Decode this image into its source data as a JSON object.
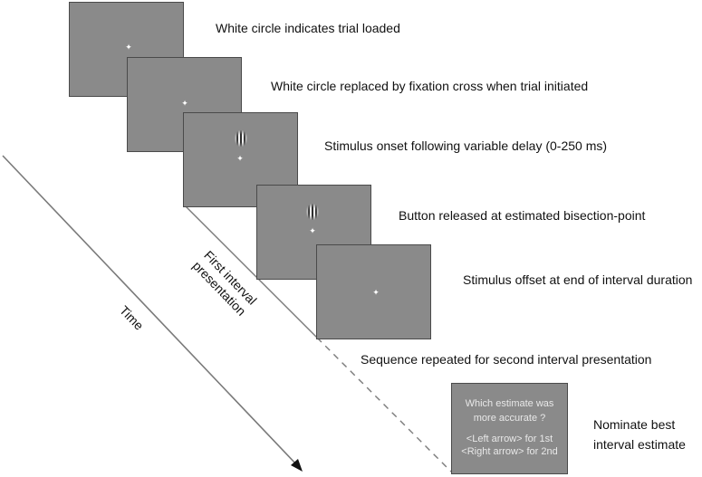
{
  "steps": [
    {
      "caption": "White circle indicates trial loaded",
      "marker": "white-circle"
    },
    {
      "caption": "White circle replaced by fixation cross when trial initiated",
      "marker": "fixation-cross"
    },
    {
      "caption": "Stimulus onset following variable delay (0-250 ms)",
      "marker": "fixation-cross",
      "stimulus": true
    },
    {
      "caption": "Button released at estimated bisection-point",
      "marker": "fixation-cross",
      "stimulus": true
    },
    {
      "caption": "Stimulus offset at end of interval duration",
      "marker": "fixation-cross"
    }
  ],
  "repeat_caption": "Sequence repeated for second interval presentation",
  "time_label": "Time",
  "first_interval_label": [
    "First interval",
    "presentation"
  ],
  "final": {
    "question": [
      "Which estimate was",
      "more accurate ?"
    ],
    "keys": [
      "<Left arrow> for 1st",
      "<Right arrow> for 2nd"
    ],
    "caption": [
      "Nominate best",
      "interval estimate"
    ]
  },
  "colors": {
    "frame_fill": "#8a8a8a",
    "frame_border": "#4a4a4a",
    "marker": "#ffffff",
    "line": "#7a7a7a"
  }
}
